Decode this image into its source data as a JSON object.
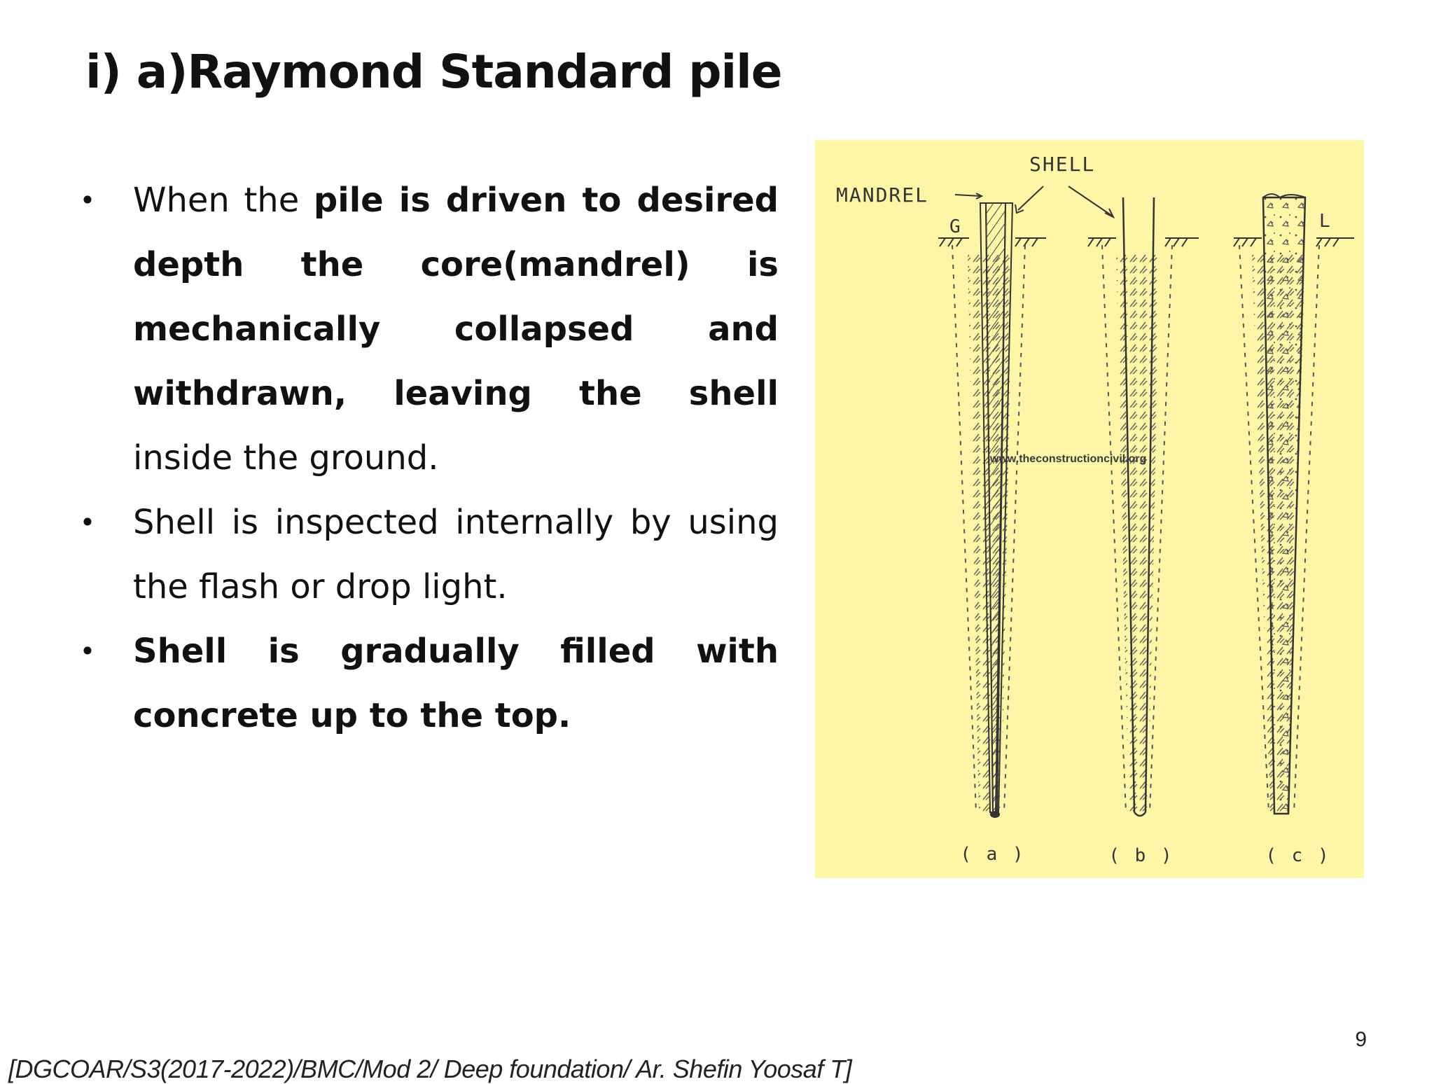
{
  "slide": {
    "title": "i) a)Raymond Standard pile",
    "bullets": [
      {
        "bullet": "•",
        "p1": "When the ",
        "p2": "pile is driven to desired depth the core(mandrel) is mechanically collapsed and withdrawn, leaving the shell",
        "p3": " inside the ground."
      },
      {
        "bullet": "•",
        "text": "Shell is inspected internally by using the flash or drop light."
      },
      {
        "bullet": "•",
        "text": "Shell is gradually filled with concrete up to the top."
      }
    ],
    "page_number": "9",
    "footer": "[DGCOAR/S3(2017-2022)/BMC/Mod 2/ Deep foundation/ Ar. Shefin Yoosaf T]"
  },
  "figure": {
    "background": "#fcf6a6",
    "labels": {
      "shell": "SHELL",
      "mandrel": "MANDREL",
      "g": "G",
      "l": "L",
      "watermark": "www.theconstructioncivil.org",
      "a": "( a )",
      "b": "( b )",
      "c": "( c )"
    }
  }
}
